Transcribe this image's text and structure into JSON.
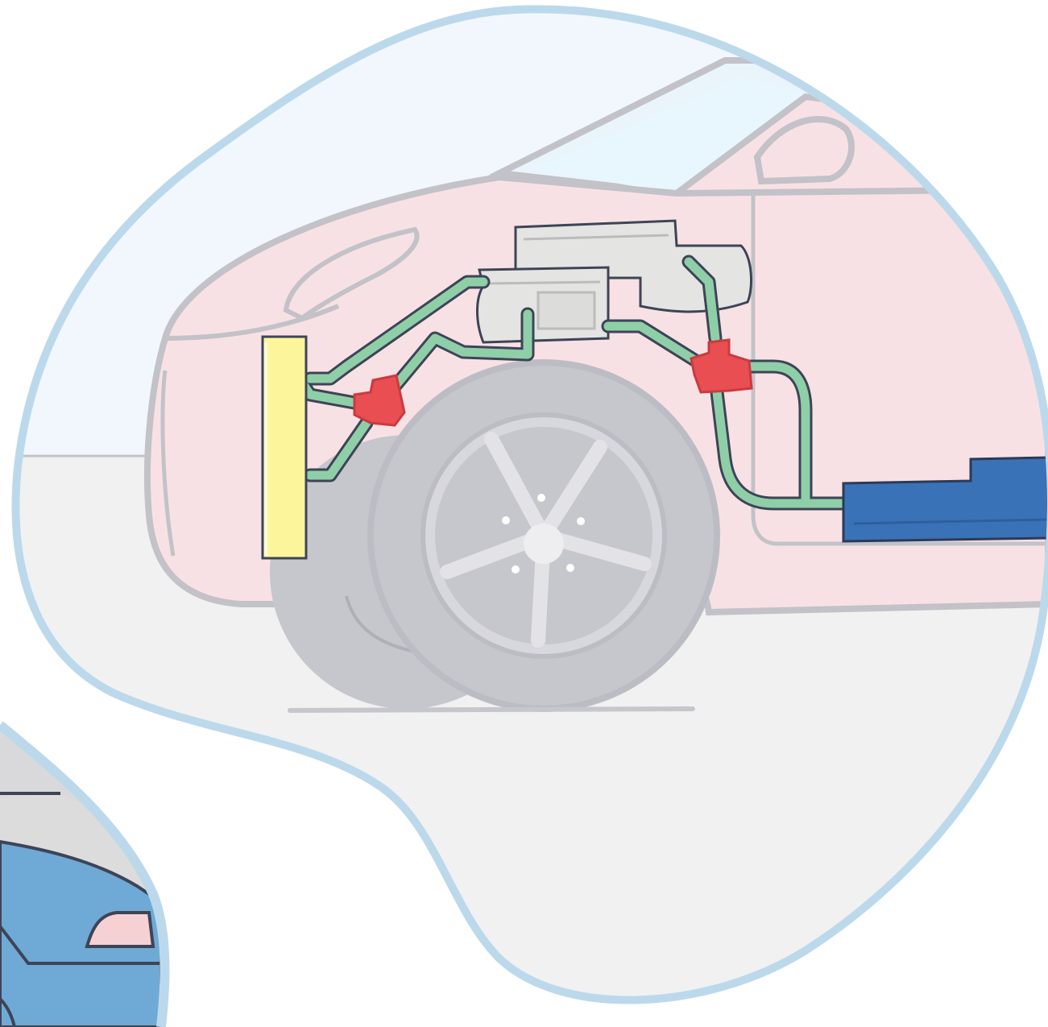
{
  "colors": {
    "background": "#ffffff",
    "magnifier_border": "#bcd9ec",
    "sky": "#f1f7fc",
    "ground": "#f1f1f1",
    "car_body_pink": "#f8e1e4",
    "car_outline_gray": "#c2c2c8",
    "wheel_gray": "#c6c6cd",
    "hose_green": "#8fcfa8",
    "hose_outline": "#3e4457",
    "valve_red": "#e84e52",
    "reservoir_yellow": "#fdf59b",
    "module_gray": "#e4e4e2",
    "actuator_blue": "#3a72b8",
    "small_car_blue": "#6faad6"
  },
  "components": [
    {
      "id": "front-reservoir",
      "icon": "yellow-reservoir-tank"
    },
    {
      "id": "front-junction",
      "icon": "red-t-junction"
    },
    {
      "id": "upper-module",
      "icon": "gray-control-module"
    },
    {
      "id": "lower-module",
      "icon": "gray-control-module"
    },
    {
      "id": "rear-junction",
      "icon": "red-t-junction"
    },
    {
      "id": "rear-actuator",
      "icon": "blue-actuator-cylinder"
    },
    {
      "id": "front-wheel",
      "icon": "wheel"
    }
  ]
}
